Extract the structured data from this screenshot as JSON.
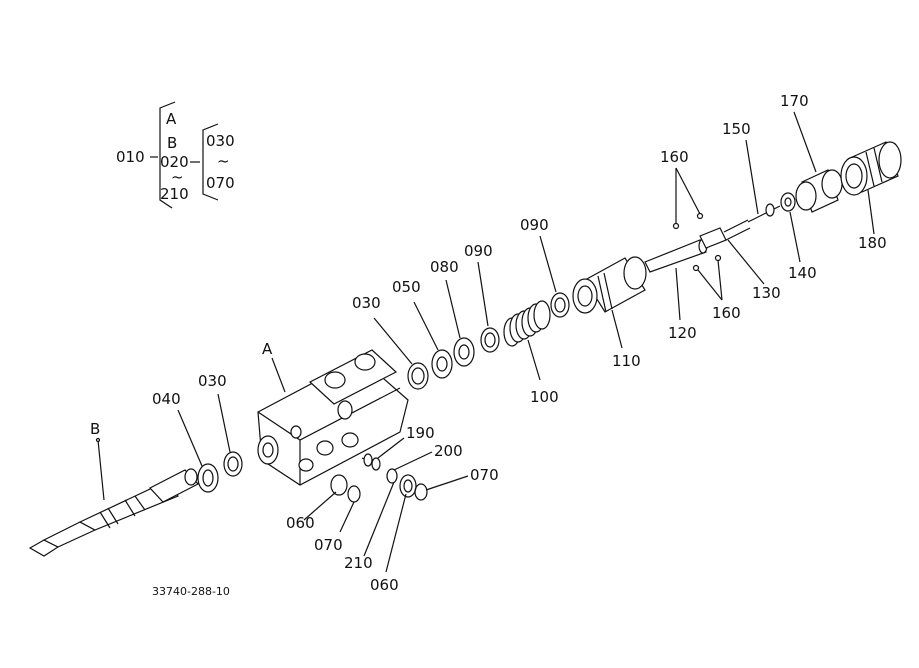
{
  "legend": {
    "left": "010",
    "a": "A",
    "b": "B",
    "mid": "020",
    "bottom": "210",
    "r1": "030",
    "r2": "070",
    "tilde": "~"
  },
  "labels": {
    "p010": "010",
    "p030a": "030",
    "p030b": "030",
    "p040": "040",
    "p050": "050",
    "p060a": "060",
    "p060b": "060",
    "p070a": "070",
    "p070b": "070",
    "p080": "080",
    "p090a": "090",
    "p090b": "090",
    "p100": "100",
    "p110": "110",
    "p120": "120",
    "p130": "130",
    "p140": "140",
    "p150": "150",
    "p160a": "160",
    "p160b": "160",
    "p170": "170",
    "p180": "180",
    "p190": "190",
    "p200": "200",
    "p210": "210",
    "A": "A",
    "B": "B"
  },
  "drawing_number": "33740-288-10"
}
